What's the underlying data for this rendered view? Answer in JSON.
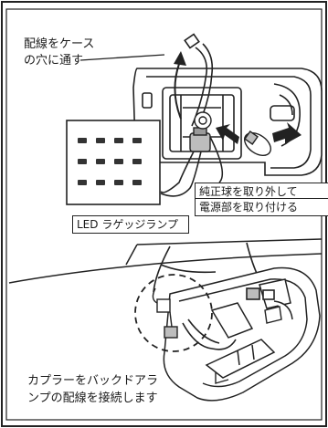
{
  "labels": {
    "route_line1": "配線をケース",
    "route_line2": "の穴に通す",
    "replace_line1": "純正球を取り外して",
    "replace_line2": "電源部を取り付ける",
    "product": "LED ラゲッジランプ",
    "connect_line1": "カプラーをバックドアラ",
    "connect_line2": "ンプの配線を接続します"
  },
  "colors": {
    "stroke": "#222222",
    "paper": "#ffffff"
  }
}
